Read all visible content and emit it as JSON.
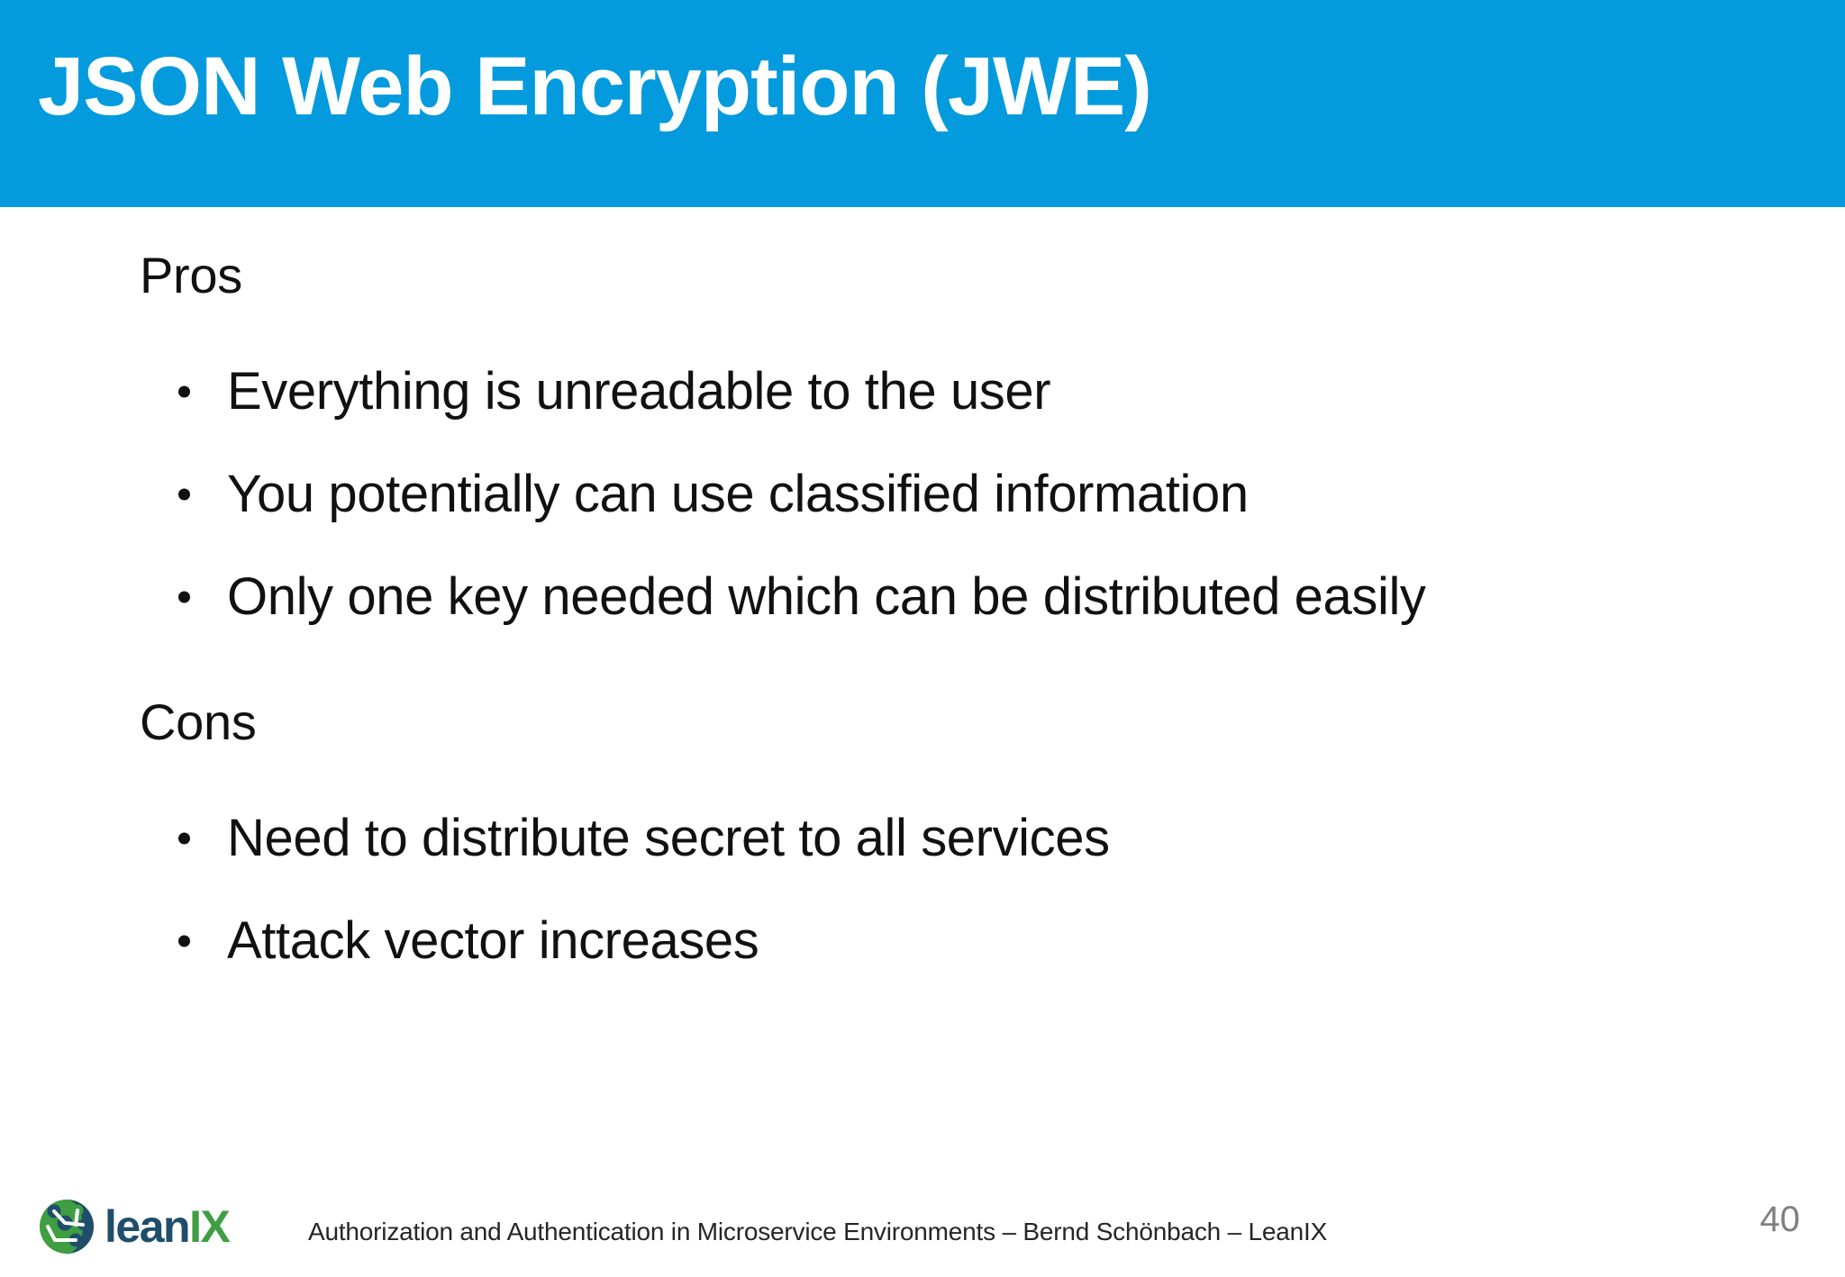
{
  "slide": {
    "title": "JSON Web Encryption (JWE)",
    "accent_color": "#039BDE",
    "background_color": "#FFFFFF",
    "text_color": "#111111"
  },
  "content": {
    "groups": [
      {
        "heading": "Pros",
        "bullets": [
          "Everything is unreadable to the user",
          "You potentially can use classified information",
          "Only one key needed which can be distributed easily"
        ]
      },
      {
        "heading": "Cons",
        "bullets": [
          "Need to distribute secret to all services",
          "Attack vector increases"
        ]
      }
    ]
  },
  "footer": {
    "logo": {
      "icon": "leanix-brain-logo-icon",
      "word_primary": "lean",
      "word_accent": "IX",
      "primary_color": "#1F4E6B",
      "accent_color": "#3E9E41"
    },
    "caption": "Authorization and Authentication in Microservice Environments – Bernd Schönbach – LeanIX",
    "page_number": "40",
    "page_number_color": "#7F7F7F"
  }
}
